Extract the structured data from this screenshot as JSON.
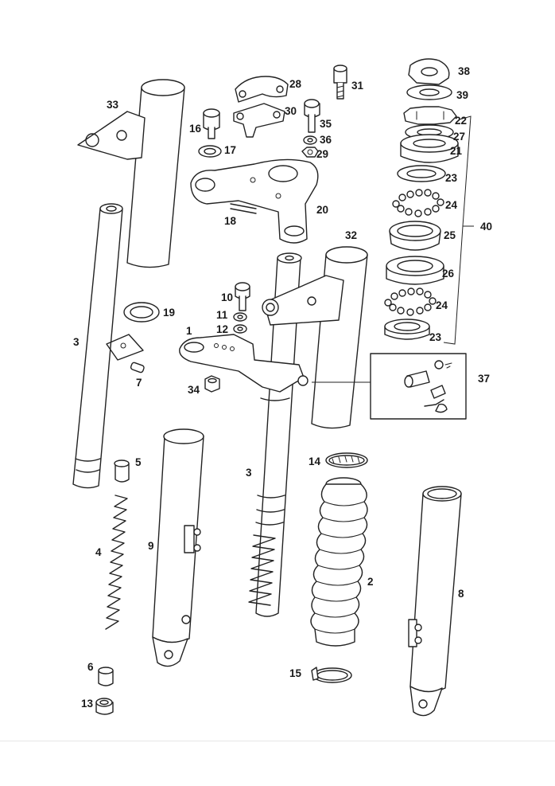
{
  "labels": {
    "p1": "1",
    "p2": "2",
    "p3a": "3",
    "p3b": "3",
    "p4": "4",
    "p5": "5",
    "p6": "6",
    "p7": "7",
    "p8": "8",
    "p9": "9",
    "p10": "10",
    "p11": "11",
    "p12": "12",
    "p13": "13",
    "p14": "14",
    "p15": "15",
    "p16": "16",
    "p17": "17",
    "p18": "18",
    "p19": "19",
    "p20": "20",
    "p21": "21",
    "p22": "22",
    "p23a": "23",
    "p23b": "23",
    "p24a": "24",
    "p24b": "24",
    "p25": "25",
    "p26": "26",
    "p27": "27",
    "p28": "28",
    "p29": "29",
    "p30": "30",
    "p31": "31",
    "p32": "32",
    "p33": "33",
    "p34": "34",
    "p35": "35",
    "p36": "36",
    "p37": "37",
    "p38": "38",
    "p39": "39",
    "p40": "40"
  }
}
